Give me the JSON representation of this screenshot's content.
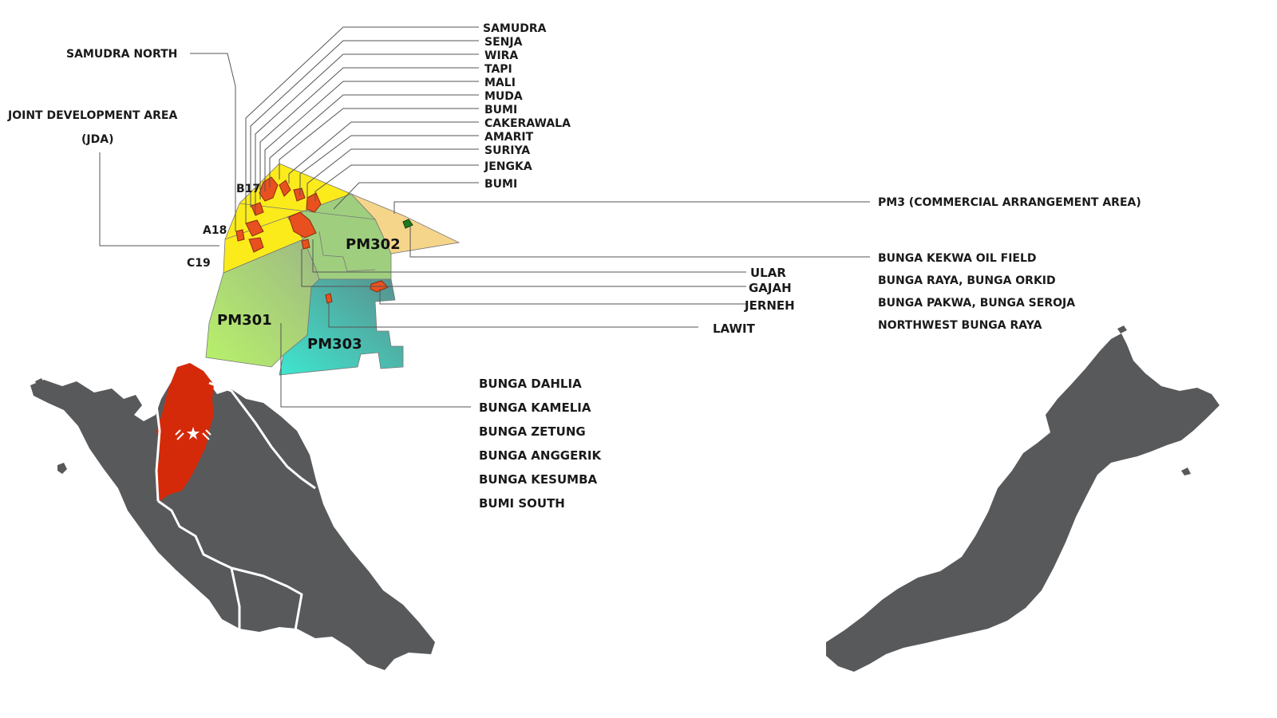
{
  "colors": {
    "land": "#58595b",
    "highlight_state": "#d42a0a",
    "block_yellow": "#fbeb1b",
    "block_pm3": "#f5d58a",
    "block_pm302": "#9fcf7e",
    "block_pm301_start": "#b8f26a",
    "block_pm303": "#3ee6cf",
    "field": "#e8511f",
    "bunga_kekwa": "#1f7a1f"
  },
  "blocks": {
    "pm301": "PM301",
    "pm302": "PM302",
    "pm303": "PM303",
    "b17": "B17",
    "a18": "A18",
    "c19": "C19"
  },
  "left_labels": {
    "samudra_north": "SAMUDRA NORTH",
    "jda_line1": "JOINT DEVELOPMENT AREA",
    "jda_line2": "(JDA)"
  },
  "top_fields": [
    "SAMUDRA",
    "SENJA",
    "WIRA",
    "TAPI",
    "MALI",
    "MUDA",
    "BUMI",
    "CAKERAWALA",
    "AMARIT",
    "SURIYA",
    "JENGKA",
    "BUMI"
  ],
  "pm3_label": "PM3 (COMMERCIAL ARRANGEMENT AREA)",
  "pm3_fields": [
    "BUNGA KEKWA OIL FIELD",
    "BUNGA RAYA, BUNGA ORKID",
    "BUNGA PAKWA, BUNGA SEROJA",
    "NORTHWEST BUNGA RAYA"
  ],
  "mid_fields": [
    "ULAR",
    "GAJAH",
    "JERNEH",
    "LAWIT"
  ],
  "pm301_fields": [
    "BUNGA DAHLIA",
    "BUNGA KAMELIA",
    "BUNGA ZETUNG",
    "BUNGA ANGGERIK",
    "BUNGA KESUMBA",
    "BUMI SOUTH"
  ],
  "icons": {
    "highlighted_state_emblem": "crescent-and-star-emblem-icon"
  }
}
